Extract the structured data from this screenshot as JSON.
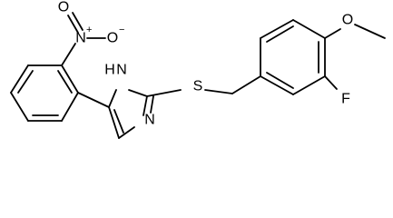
{
  "atoms": {
    "nitro_o_top": "O",
    "nitro_n": "N",
    "nitro_n_charge": "+",
    "nitro_o_right": "O",
    "nitro_o_charge": "−",
    "imidazole_nh": "H",
    "imidazole_nh_n": "N",
    "imidazole_n": "N",
    "sulfur": "S",
    "methoxy_o": "O",
    "fluorine": "F"
  },
  "colors": {
    "bond": "#000000",
    "label": "#000000",
    "background": "#ffffff"
  }
}
